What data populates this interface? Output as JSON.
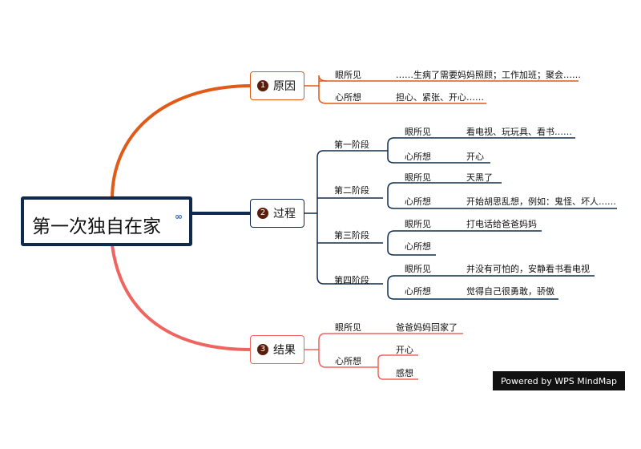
{
  "root": {
    "title": "第一次独自在家"
  },
  "topics": [
    {
      "num": "1",
      "label": "原因",
      "color": "#e15a17",
      "children": [
        {
          "label": "眼所见",
          "text": "……生病了需要妈妈照顾；工作加班；聚会……"
        },
        {
          "label": "心所想",
          "text": "担心、紧张、开心……"
        }
      ]
    },
    {
      "num": "2",
      "label": "过程",
      "color": "#0f2a4c",
      "stages": [
        {
          "label": "第一阶段",
          "see": {
            "label": "眼所见",
            "text": "看电视、玩玩具、看书……"
          },
          "think": {
            "label": "心所想",
            "text": "开心"
          }
        },
        {
          "label": "第二阶段",
          "see": {
            "label": "眼所见",
            "text": "天黑了"
          },
          "think": {
            "label": "心所想",
            "text": "开始胡思乱想，例如：鬼怪、坏人……"
          }
        },
        {
          "label": "第三阶段",
          "see": {
            "label": "眼所见",
            "text": "打电话给爸爸妈妈"
          },
          "think": {
            "label": "心所想",
            "text": ""
          }
        },
        {
          "label": "第四阶段",
          "see": {
            "label": "眼所见",
            "text": "并没有可怕的，安静看书看电视"
          },
          "think": {
            "label": "心所想",
            "text": "觉得自己很勇敢，骄傲"
          }
        }
      ]
    },
    {
      "num": "3",
      "label": "结果",
      "color": "#f0645f",
      "children": [
        {
          "label": "眼所见",
          "text": "爸爸妈妈回家了"
        },
        {
          "label": "心所想",
          "items": [
            "开心",
            "感想"
          ]
        }
      ]
    }
  ],
  "watermark": "Powered by WPS MindMap"
}
